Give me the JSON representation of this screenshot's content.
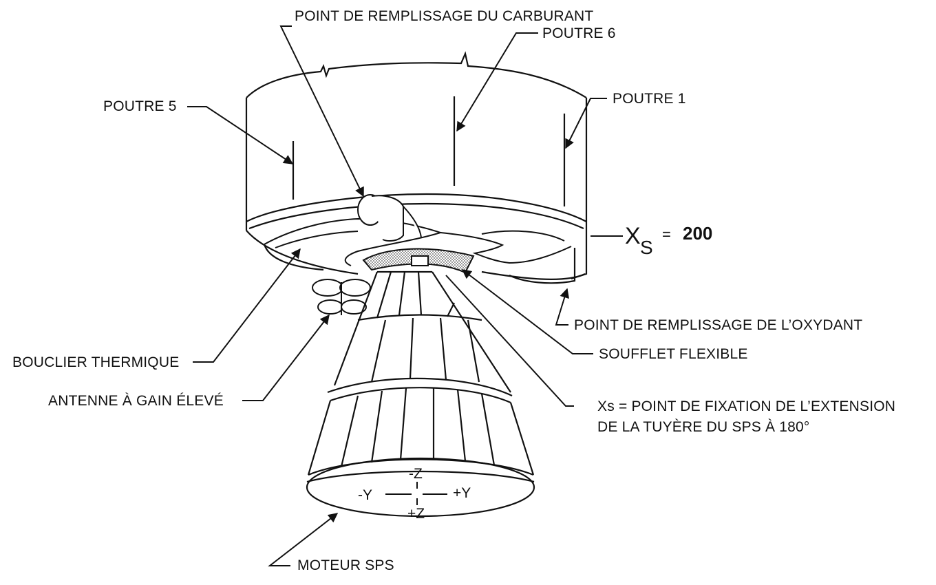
{
  "labels": {
    "fuel_fill_point": "POINT DE REMPLISSAGE DU CARBURANT",
    "beam_6": "POUTRE 6",
    "beam_5": "POUTRE 5",
    "beam_1": "POUTRE 1",
    "xs_symbol": "X",
    "xs_subscript": "S",
    "xs_equals": "=",
    "xs_value": "200",
    "oxidizer_fill_point": "POINT DE REMPLISSAGE DE L’OXYDANT",
    "flexible_bellows": "SOUFFLET FLEXIBLE",
    "heat_shield": "BOUCLIER THERMIQUE",
    "high_gain_antenna": "ANTENNE À GAIN ÉLEVÉ",
    "xs_note_line1": "Xs = POINT DE FIXATION DE L’EXTENSION",
    "xs_note_line2": "DE LA TUYÈRE DU SPS À 180°",
    "sps_engine": "MOTEUR SPS"
  },
  "axes": {
    "minus_z": "-Z",
    "plus_z": "+Z",
    "minus_y": "-Y",
    "plus_y": "+Y"
  },
  "colors": {
    "ink": "#111111",
    "background": "#ffffff",
    "stipple": "#777777"
  }
}
